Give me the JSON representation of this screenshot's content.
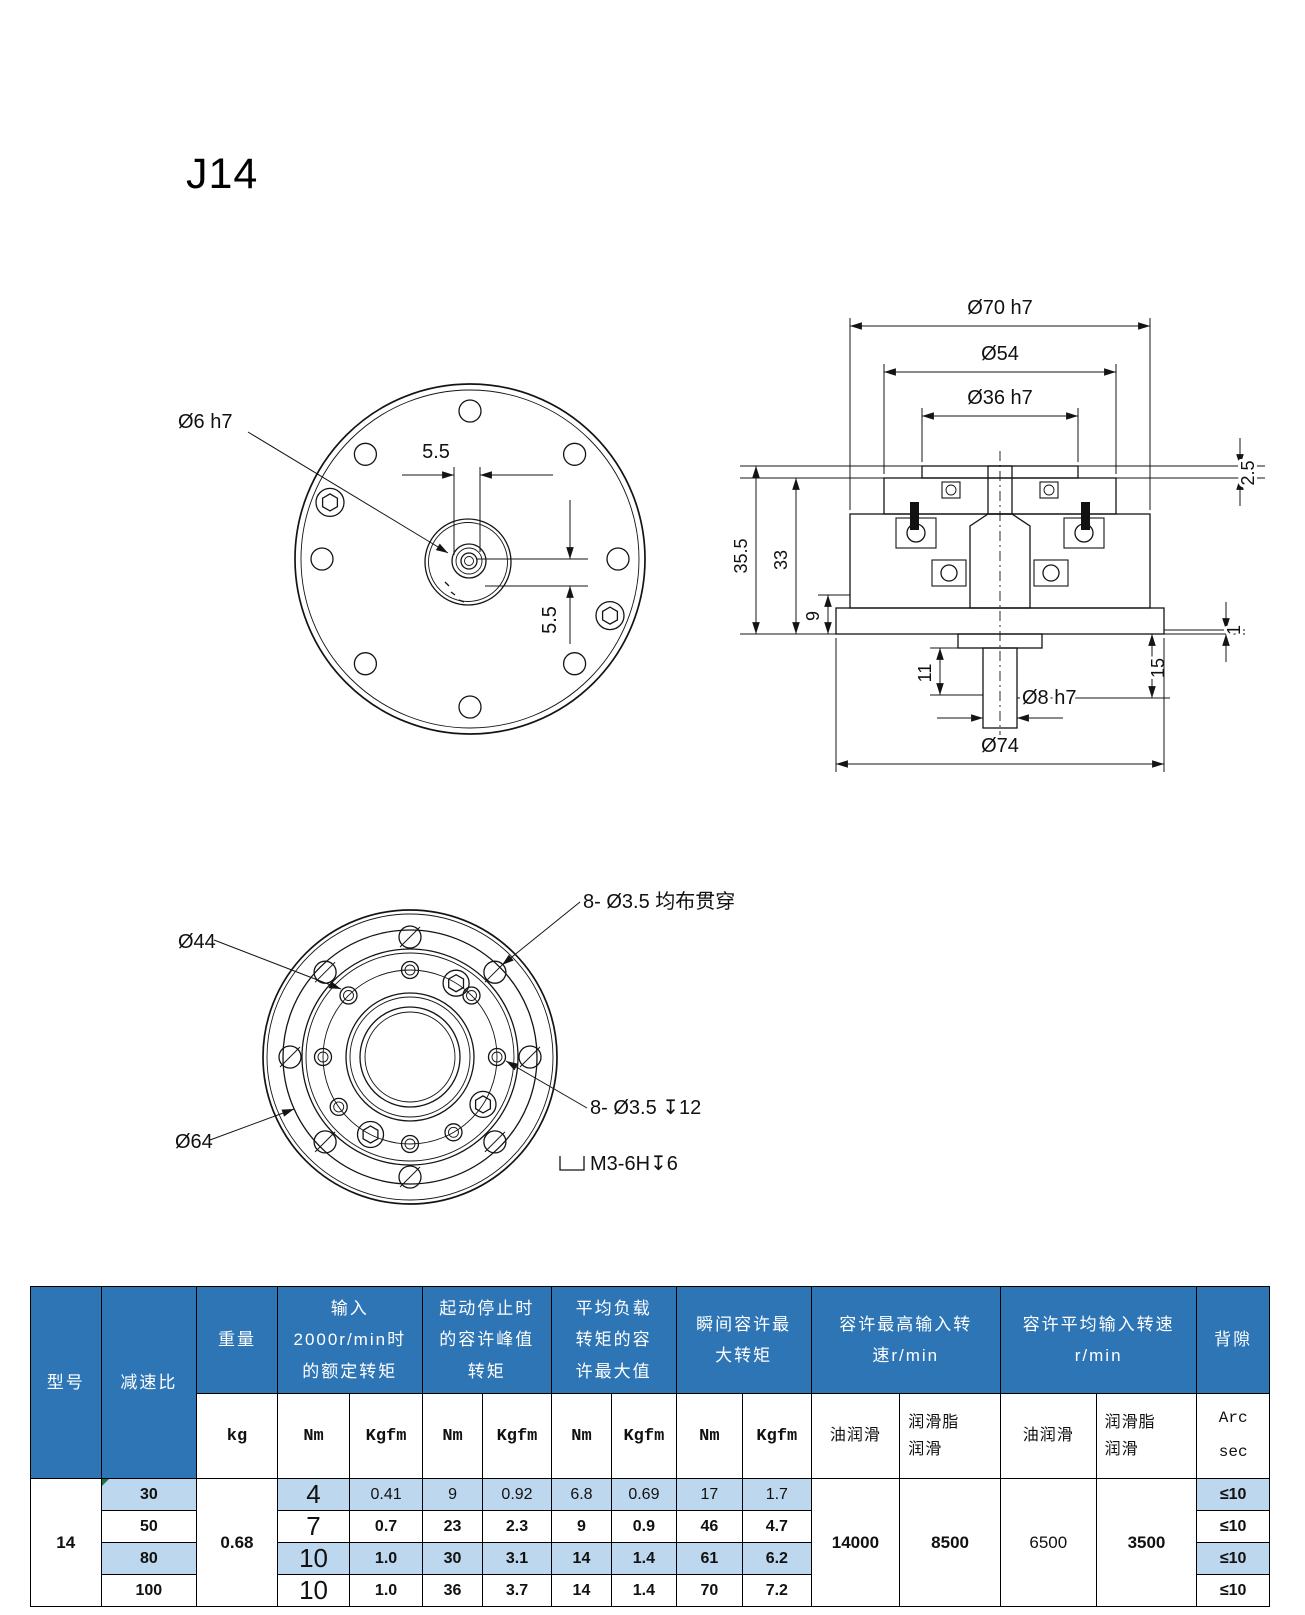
{
  "page": {
    "title": "J14"
  },
  "colors": {
    "header_blue": "#2e75b6",
    "stripe_blue": "#bdd7ee",
    "page_bg": "#ffffff",
    "line": "#141414"
  },
  "front_view": {
    "shaft_label": "Ø6 h7",
    "dim_horizontal": "5.5",
    "dim_vertical": "5.5"
  },
  "section_view": {
    "dia_body": "Ø70 h7",
    "dia_flange": "Ø54",
    "dia_spigot": "Ø36 h7",
    "height_total": "35.5",
    "height_body": "33",
    "height_base": "9",
    "step_top": "2.5",
    "step_base": "1",
    "key_length": "11",
    "shaft_length": "15",
    "dia_shaft": "Ø8 h7",
    "dia_base": "Ø74"
  },
  "back_view": {
    "dia_bolt_circle": "Ø44",
    "dia_ring": "Ø64",
    "note_outer_holes": "8- Ø3.5 均布贯穿",
    "note_inner_holes": "8- Ø3.5 ↧12",
    "note_thread": "M3-6H↧6"
  },
  "table": {
    "group_headers": {
      "model": "型号",
      "ratio": "减速比",
      "weight": "重量",
      "rated": "输入\n2000r/min时\n的额定转矩",
      "peak": "起动停止时\n的容许峰值\n转矩",
      "avg": "平均负载\n转矩的容\n许最大值",
      "instant": "瞬间容许最\n大转矩",
      "max_input": "容许最高输入转\n速r/min",
      "avg_input": "容许平均输入转速\nr/min",
      "backlash": "背隙"
    },
    "units": {
      "weight": "kg",
      "nm1": "Nm",
      "kgfm1": "Kgfm",
      "nm2": "Nm",
      "kgfm2": "Kgfm",
      "nm3": "Nm",
      "kgfm3": "Kgfm",
      "nm4": "Nm",
      "kgfm4": "Kgfm",
      "oil1": "油润滑",
      "grease1": "润滑脂\n润滑",
      "oil2": "油润滑",
      "grease2": "润滑脂\n润滑",
      "backlash": "Arc\nsec"
    },
    "merged": {
      "model": "14",
      "weight": "0.68",
      "oil_max": "14000",
      "grease_max": "8500",
      "oil_avg": "6500",
      "grease_avg": "3500"
    },
    "rows": [
      {
        "ratio": "30",
        "nm_rated": "4",
        "kgfm_rated": "0.41",
        "nm_peak": "9",
        "kgfm_peak": "0.92",
        "nm_avg": "6.8",
        "kgfm_avg": "0.69",
        "nm_inst": "17",
        "kgfm_inst": "1.7",
        "backlash": "≤10"
      },
      {
        "ratio": "50",
        "nm_rated": "7",
        "kgfm_rated": "0.7",
        "nm_peak": "23",
        "kgfm_peak": "2.3",
        "nm_avg": "9",
        "kgfm_avg": "0.9",
        "nm_inst": "46",
        "kgfm_inst": "4.7",
        "backlash": "≤10"
      },
      {
        "ratio": "80",
        "nm_rated": "10",
        "kgfm_rated": "1.0",
        "nm_peak": "30",
        "kgfm_peak": "3.1",
        "nm_avg": "14",
        "kgfm_avg": "1.4",
        "nm_inst": "61",
        "kgfm_inst": "6.2",
        "backlash": "≤10"
      },
      {
        "ratio": "100",
        "nm_rated": "10",
        "kgfm_rated": "1.0",
        "nm_peak": "36",
        "kgfm_peak": "3.7",
        "nm_avg": "14",
        "kgfm_avg": "1.4",
        "nm_inst": "70",
        "kgfm_inst": "7.2",
        "backlash": "≤10"
      }
    ]
  }
}
